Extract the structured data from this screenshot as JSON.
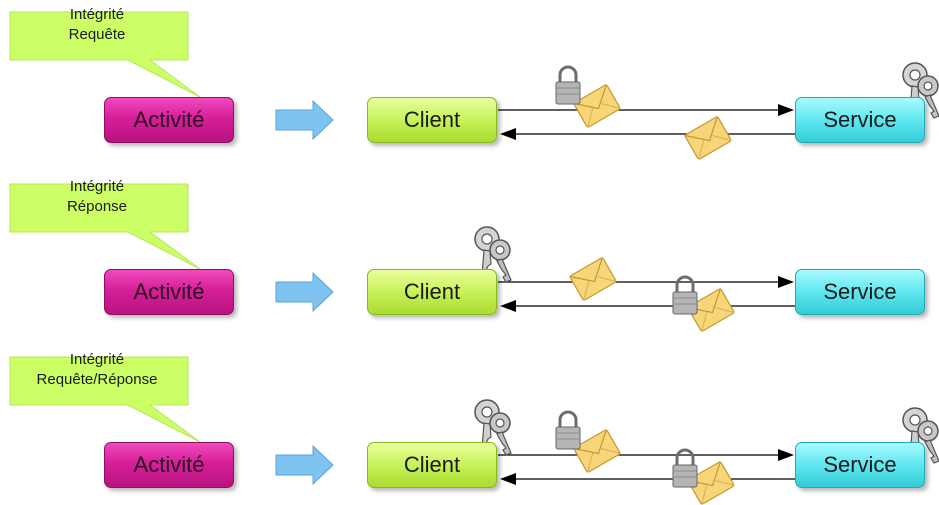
{
  "colors": {
    "callout": "#ccff66",
    "activity": "#d61f9a",
    "client": "#c8f25a",
    "service": "#5fe7ef",
    "arrow": "#7fc3f0",
    "envelope": "#f7d67a",
    "lock": "#b5b5b5",
    "key": "#c8c8c8"
  },
  "icons": [
    "lock-icon",
    "envelope-icon",
    "keys-icon",
    "block-arrow-icon"
  ],
  "scenarios": [
    {
      "callout": {
        "line1": "Intégrité",
        "line2": "Requête"
      },
      "activity": "Activité",
      "client": "Client",
      "service": "Service",
      "client_keys": false,
      "service_keys": true,
      "request_locked": true,
      "response_locked": false
    },
    {
      "callout": {
        "line1": "Intégrité",
        "line2": "Réponse"
      },
      "activity": "Activité",
      "client": "Client",
      "service": "Service",
      "client_keys": true,
      "service_keys": false,
      "request_locked": false,
      "response_locked": true
    },
    {
      "callout": {
        "line1": "Intégrité",
        "line2": "Requête/Réponse"
      },
      "activity": "Activité",
      "client": "Client",
      "service": "Service",
      "client_keys": true,
      "service_keys": true,
      "request_locked": true,
      "response_locked": true
    }
  ]
}
